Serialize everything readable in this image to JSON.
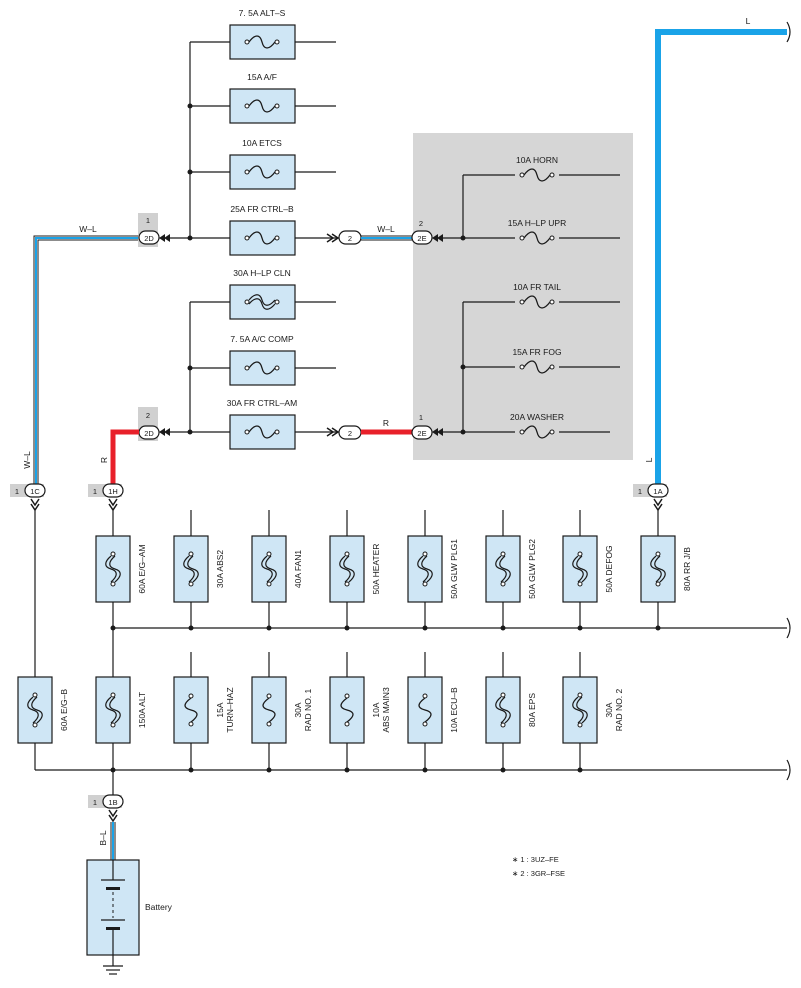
{
  "colors": {
    "fuse_fill": "#cfe6f5",
    "wire": "#1a1a1a",
    "blue_wire": "#1aa3e8",
    "red_wire": "#e8202a",
    "gray_panel": "#d6d6d6",
    "gray_marker": "#d0d0d0"
  },
  "top_fuses": [
    {
      "label": "7. 5A ALT–S"
    },
    {
      "label": "15A A/F"
    },
    {
      "label": "10A ETCS"
    },
    {
      "label": "25A FR CTRL–B"
    },
    {
      "label": "30A H–LP CLN"
    },
    {
      "label": "7. 5A A/C COMP"
    },
    {
      "label": "30A FR CTRL–AM"
    }
  ],
  "panel_fuses": [
    {
      "label": "10A HORN"
    },
    {
      "label": "15A H–LP UPR"
    },
    {
      "label": "10A FR TAIL"
    },
    {
      "label": "15A FR FOG"
    },
    {
      "label": "20A WASHER"
    }
  ],
  "row1_fuses": [
    {
      "label": "60A E/G–AM"
    },
    {
      "label": "30A ABS2"
    },
    {
      "label": "40A FAN1"
    },
    {
      "label": "50A HEATER"
    },
    {
      "label": "50A GLW PLG1"
    },
    {
      "label": "50A GLW PLG2"
    },
    {
      "label": "50A DEFOG"
    },
    {
      "label": "80A RR J/B"
    }
  ],
  "row2_fuses": [
    {
      "line1": "60A E/G–B",
      "line2": ""
    },
    {
      "line1": "150A ALT",
      "line2": ""
    },
    {
      "line1": "15A",
      "line2": "TURN–HAZ"
    },
    {
      "line1": "30A",
      "line2": "RAD NO. 1"
    },
    {
      "line1": "10A",
      "line2": "ABS MAIN3"
    },
    {
      "line1": "10A ECU–B",
      "line2": ""
    },
    {
      "line1": "80A EPS",
      "line2": ""
    },
    {
      "line1": "30A",
      "line2": "RAD NO. 2"
    }
  ],
  "connectors": {
    "c2d_top": {
      "code": "2D",
      "pin": "1"
    },
    "c2d_bottom": {
      "code": "2D",
      "pin": "2"
    },
    "c2e_top": {
      "code": "2E",
      "pin": "2"
    },
    "c2e_bottom": {
      "code": "2E",
      "pin": "1"
    },
    "splice_top": {
      "code": "2"
    },
    "splice_bottom": {
      "code": "2"
    },
    "c1c": {
      "code": "1C",
      "pin": "1"
    },
    "c1h": {
      "code": "1H",
      "pin": "1"
    },
    "c1a": {
      "code": "1A",
      "pin": "1"
    },
    "c1b": {
      "code": "1B",
      "pin": "1"
    }
  },
  "wire_colors": {
    "wl_left_horizontal": "W–L",
    "wl_left_vertical": "W–L",
    "wl_mid": "W–L",
    "r_left": "R",
    "r_mid": "R",
    "l_top": "L",
    "l_vertical": "L",
    "bl_battery": "B–L"
  },
  "battery_label": "Battery",
  "notes": [
    "∗ 1 : 3UZ–FE",
    "∗ 2 : 3GR–FSE"
  ]
}
